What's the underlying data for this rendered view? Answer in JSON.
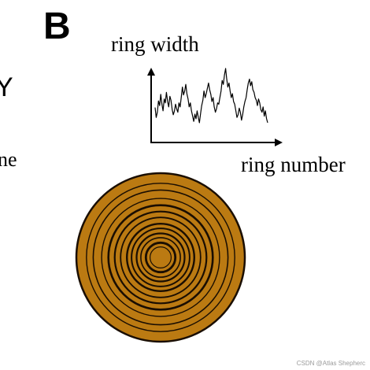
{
  "figure": {
    "panel_label": "B",
    "left_edge_fragments": [
      "Y",
      "ne"
    ],
    "watermark": "CSDN @Atlas Shepherc"
  },
  "chart_data": {
    "type": "line",
    "title": "",
    "xlabel": "ring number",
    "ylabel": "ring width",
    "grid": false,
    "ticks": false,
    "series": [
      {
        "values": [
          0.35,
          0.2,
          0.28,
          0.45,
          0.38,
          0.55,
          0.4,
          0.3,
          0.48,
          0.42,
          0.58,
          0.44,
          0.36,
          0.52,
          0.46,
          0.32,
          0.24,
          0.3,
          0.4,
          0.33,
          0.28,
          0.42,
          0.36,
          0.5,
          0.66,
          0.54,
          0.6,
          0.7,
          0.56,
          0.48,
          0.36,
          0.42,
          0.3,
          0.22,
          0.14,
          0.25,
          0.18,
          0.3,
          0.2,
          0.12,
          0.26,
          0.38,
          0.46,
          0.6,
          0.5,
          0.56,
          0.64,
          0.72,
          0.62,
          0.55,
          0.44,
          0.5,
          0.36,
          0.28,
          0.33,
          0.42,
          0.4,
          0.5,
          0.6,
          0.76,
          0.7,
          0.84,
          0.94,
          0.78,
          0.66,
          0.72,
          0.6,
          0.5,
          0.56,
          0.44,
          0.4,
          0.3,
          0.2,
          0.24,
          0.34,
          0.28,
          0.16,
          0.24,
          0.36,
          0.44,
          0.5,
          0.62,
          0.72,
          0.78,
          0.68,
          0.74,
          0.62,
          0.58,
          0.5,
          0.46,
          0.38,
          0.48,
          0.42,
          0.32,
          0.28,
          0.36,
          0.22,
          0.3,
          0.18,
          0.12
        ]
      }
    ]
  },
  "tree_cross_section": {
    "wood_color": "#bb7a12",
    "ring_color": "#1a0e02",
    "rings": [
      {
        "r": 1.0,
        "w": 2.5
      },
      {
        "r": 0.88,
        "w": 1.4
      },
      {
        "r": 0.8,
        "w": 1.6
      },
      {
        "r": 0.7,
        "w": 1.4
      },
      {
        "r": 0.62,
        "w": 2.6
      },
      {
        "r": 0.545,
        "w": 2.2
      },
      {
        "r": 0.475,
        "w": 1.8
      },
      {
        "r": 0.4,
        "w": 2.4
      },
      {
        "r": 0.345,
        "w": 2.0
      },
      {
        "r": 0.285,
        "w": 2.2
      },
      {
        "r": 0.235,
        "w": 1.6
      },
      {
        "r": 0.175,
        "w": 2.8
      },
      {
        "r": 0.125,
        "w": 1.2
      }
    ]
  }
}
